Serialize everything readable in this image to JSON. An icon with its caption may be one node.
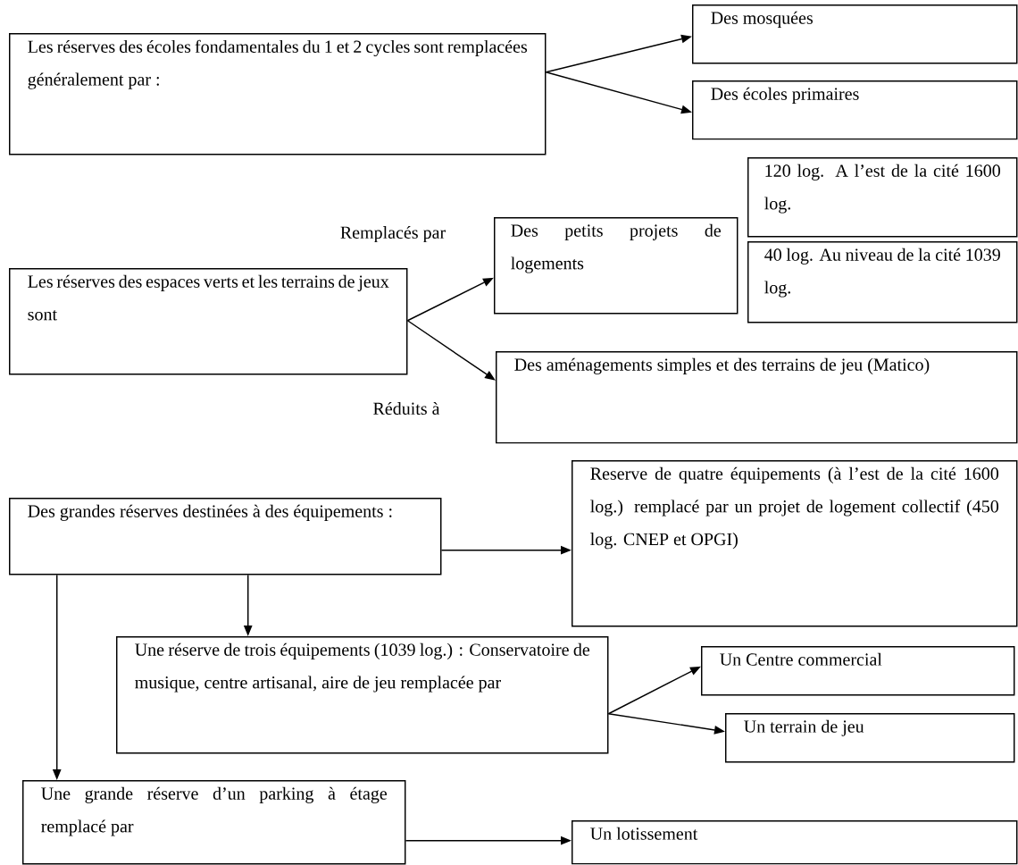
{
  "diagram": {
    "nodes": [
      {
        "text": [
          "Les réserves des écoles fondamentales du 1 et 2 cycles sont remplacées généralement par :"
        ]
      },
      {
        "text": [
          "Des mosquées"
        ]
      },
      {
        "text": [
          "Des écoles primaires"
        ]
      },
      {
        "text": [
          "Les réserves des espaces verts et les terrains de jeux sont"
        ]
      },
      {
        "text": [
          "Des petits projets de logements"
        ]
      },
      {
        "text": [
          "120 log. A l’est de la cité 1600 log."
        ]
      },
      {
        "text": [
          "40 log. Au niveau de la cité 1039 log."
        ]
      },
      {
        "text": [
          "Des aménagements simples et des terrains de jeu (Matico)"
        ]
      },
      {
        "text": [
          "Reserve de quatre équipements (à l’est de la cité 1600 log.) remplacé par un projet de logement collectif (450 log. CNEP et OPGI)"
        ]
      },
      {
        "text": [
          "Des grandes réserves destinées à des équipements :"
        ]
      },
      {
        "text": [
          "Une réserve de trois équipements (1039 log.) : Conservatoire de musique, centre artisanal, aire de jeu remplacée par"
        ]
      },
      {
        "text": [
          "Un Centre commercial"
        ]
      },
      {
        "text": [
          "Un terrain de jeu"
        ]
      },
      {
        "text": [
          "Une grande réserve d’un parking à étage remplacé par"
        ]
      },
      {
        "text": [
          "Un lotissement"
        ]
      }
    ],
    "edges": [
      {
        "from": 0,
        "to": 1,
        "arrow": "to"
      },
      {
        "from": 0,
        "to": 2,
        "arrow": "to"
      },
      {
        "from": 3,
        "to": 4,
        "arrow": "to",
        "label": "Remplacés par"
      },
      {
        "from": 3,
        "to": 7,
        "arrow": "to",
        "label": "Réduits à"
      },
      {
        "from": 9,
        "to": 8,
        "arrow": "to"
      },
      {
        "from": 9,
        "to": 10,
        "arrow": "to"
      },
      {
        "from": 9,
        "to": 13,
        "arrow": "to"
      },
      {
        "from": 10,
        "to": 11,
        "arrow": "to"
      },
      {
        "from": 10,
        "to": 12,
        "arrow": "to"
      },
      {
        "from": 13,
        "to": 14,
        "arrow": "to"
      }
    ]
  }
}
